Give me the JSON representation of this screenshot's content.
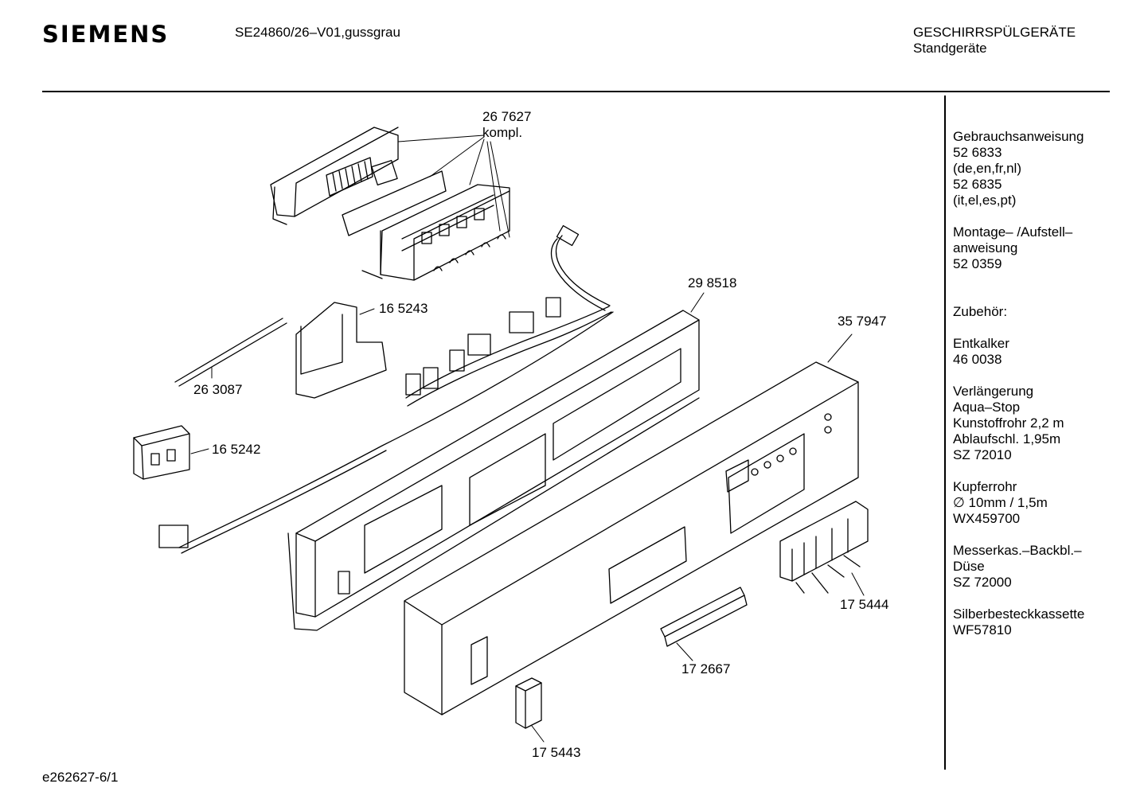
{
  "header": {
    "brand": "SIEMENS",
    "model": "SE24860/26–V01,gussgrau",
    "category_line1": "GESCHIRRSPÜLGERÄTE",
    "category_line2": "Standgeräte"
  },
  "sidebar": [
    [
      "Gebrauchsanweisung",
      "52 6833",
      "(de,en,fr,nl)",
      "52 6835",
      "(it,el,es,pt)"
    ],
    [
      "Montage– /Aufstell–",
      "anweisung",
      "52 0359"
    ],
    [
      "",
      "Zubehör:"
    ],
    [
      "Entkalker",
      "46 0038"
    ],
    [
      "Verlängerung",
      "Aqua–Stop",
      "Kunstoffrohr 2,2 m",
      "Ablaufschl. 1,95m",
      "SZ 72010"
    ],
    [
      "Kupferrohr",
      "∅ 10mm / 1,5m",
      "WX459700"
    ],
    [
      "Messerkas.–Backbl.–",
      "Düse",
      "SZ 72000"
    ],
    [
      "Silberbesteckkassette",
      "WF57810"
    ]
  ],
  "parts": {
    "p267627": "26 7627",
    "p267627_note": "kompl.",
    "p298518": "29 8518",
    "p165243": "16 5243",
    "p263087": "26 3087",
    "p165242": "16 5242",
    "p357947": "35 7947",
    "p175444": "17 5444",
    "p172667": "17 2667",
    "p175443": "17 5443"
  },
  "footer": {
    "drawing_id": "e262627-6/1"
  }
}
